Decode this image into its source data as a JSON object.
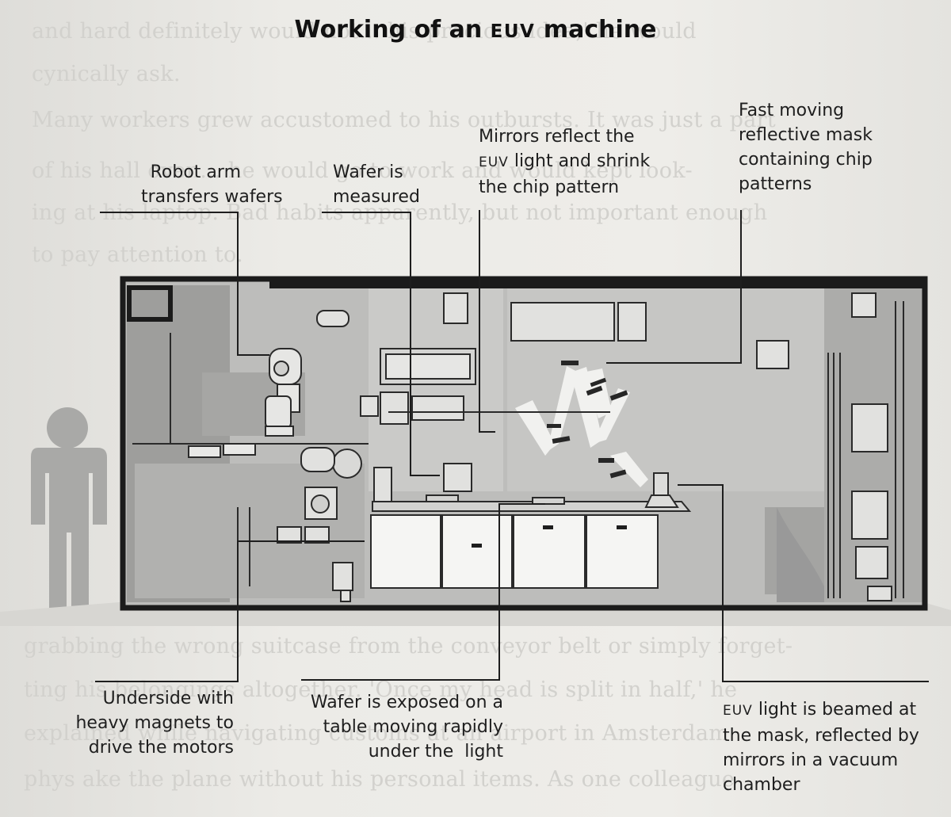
{
  "title": {
    "prefix": "Working of an",
    "acronym": "EUV",
    "suffix": "machine"
  },
  "labels": {
    "robot_arm": [
      "Robot arm",
      "transfers wafers"
    ],
    "wafer_measured": [
      "Wafer is",
      "measured"
    ],
    "mirrors": {
      "line1": "Mirrors reflect the",
      "acronym": "EUV",
      "line2_rest": "light and shrink",
      "line3": "the chip pattern"
    },
    "mask": [
      "Fast moving",
      "reflective mask",
      "containing chip",
      "patterns"
    ],
    "underside": [
      "Underside with",
      "heavy magnets to",
      "drive the motors"
    ],
    "wafer_exposed": [
      "Wafer is exposed on a",
      "table moving rapidly",
      "under the  light"
    ],
    "euv_light": {
      "acronym": "EUV",
      "line1_rest": "light is beamed at",
      "line2": "the mask, reflected by",
      "line3": "mirrors in a vacuum",
      "line4": "chamber"
    }
  },
  "background_text": [
    "and hard definitely would not... his precious idea,' he would",
    "cynically ask.",
    "Many workers grew accustomed to his outbursts. It was just a part",
    "of his hall oven... he would go to work and would kept look-",
    "ing at his laptop. Bad habits apparently, but not important enough",
    "to pay attention to.",
    "grabbing the wrong suitcase from the conveyor belt or simply forget-",
    "ting his belongings altogether. 'Once my head is split in half,' he",
    "explained while navigating customs at an airport in Amsterdam",
    "phys ake the plane without his personal items. As one colleague"
  ]
}
